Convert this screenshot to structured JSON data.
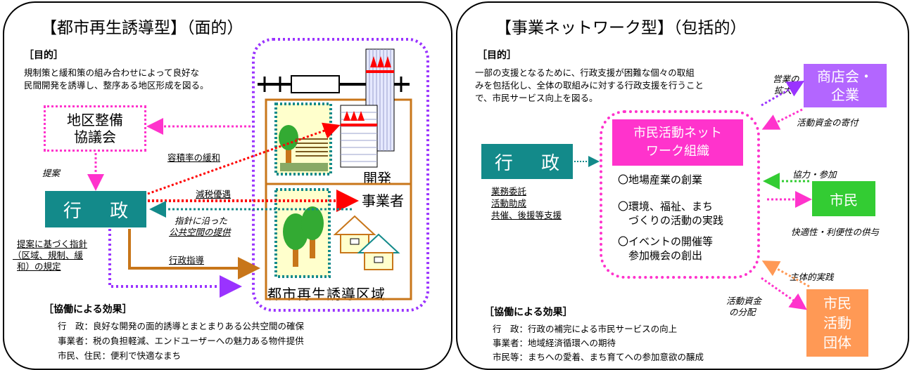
{
  "colors": {
    "teal": "#138a8a",
    "magenta": "#ff33cc",
    "purple": "#9a33ff",
    "red": "#ff0000",
    "orange_brown": "#c8761a",
    "green": "#33cc33",
    "salmon": "#ff9955",
    "lavender": "#b366ff",
    "light_green_fill": "#ffffcc"
  },
  "left": {
    "title": "【都市再生誘導型】（面的）",
    "purpose_heading": "［目的］",
    "purpose_line1": "規制策と緩和策の組み合わせによって良好な",
    "purpose_line2": "民間開発を誘導し、整序ある地区形成を図る。",
    "council_line1": "地区整備",
    "council_line2": "協議会",
    "proposal": "提案",
    "gov": "行 政",
    "floor_area": "容積率の緩和",
    "tax": "減税優遇",
    "guideline_line1": "指針に沿った",
    "guideline_line2": "公共空間の提供",
    "admin_guidance": "行政指導",
    "policy_line1": "提案に基づく指針",
    "policy_line2": "（区域、規制、緩",
    "policy_line3": "和）の規定",
    "developer_line1": "開発",
    "developer_line2": "事業者",
    "zone_label": "都市再生誘導区域",
    "effects_heading": "［協働による効果］",
    "effect1": "行　政：良好な開発の面的誘導とまとまりある公共空間の確保",
    "effect2": "事業者：税の負担軽減、エンドユーザーへの魅力ある物件提供",
    "effect3": "市民、住民：便利で快適なまち"
  },
  "right": {
    "title": "【事業ネットワーク型】（包括的）",
    "purpose_heading": "［目的］",
    "purpose_line1": "一部の支援となるために、行政支援が困難な個々の取組",
    "purpose_line2": "みを包括化し、全体の取組みに対する行政支援を行うこと",
    "purpose_line3": "で、市民サービス向上を図る。",
    "gov": "行 政",
    "support1": "業務委託",
    "support2": "活動助成",
    "support3": "共催、後援等支援",
    "network_line1": "市民活動ネット",
    "network_line2": "ワーク組織",
    "item1": "〇地場産業の創業",
    "item2_line1": "〇環境、福祉、まち",
    "item2_line2": "づくりの活動の実践",
    "item3_line1": "〇イベントの開催等",
    "item3_line2": "参加機会の創出",
    "business_line1": "営業の",
    "business_line2": "拡大",
    "shops_line1": "商店会・",
    "shops_line2": "企業",
    "donation": "活動資金の寄付",
    "cooperation": "協力・参加",
    "citizens": "市民",
    "comfort": "快適性・利便性の供与",
    "initiative": "主体的実践",
    "distribution_line1": "活動資金",
    "distribution_line2": "の分配",
    "groups_line1": "市民",
    "groups_line2": "活動",
    "groups_line3": "団体",
    "effects_heading": "［協働による効果］",
    "effect1": "行　政：行政の補完による市民サービスの向上",
    "effect2": "事業者：地域経済循環への期待",
    "effect3": "市民等：まちへの愛着、まち育てへの参加意欲の醸成"
  }
}
